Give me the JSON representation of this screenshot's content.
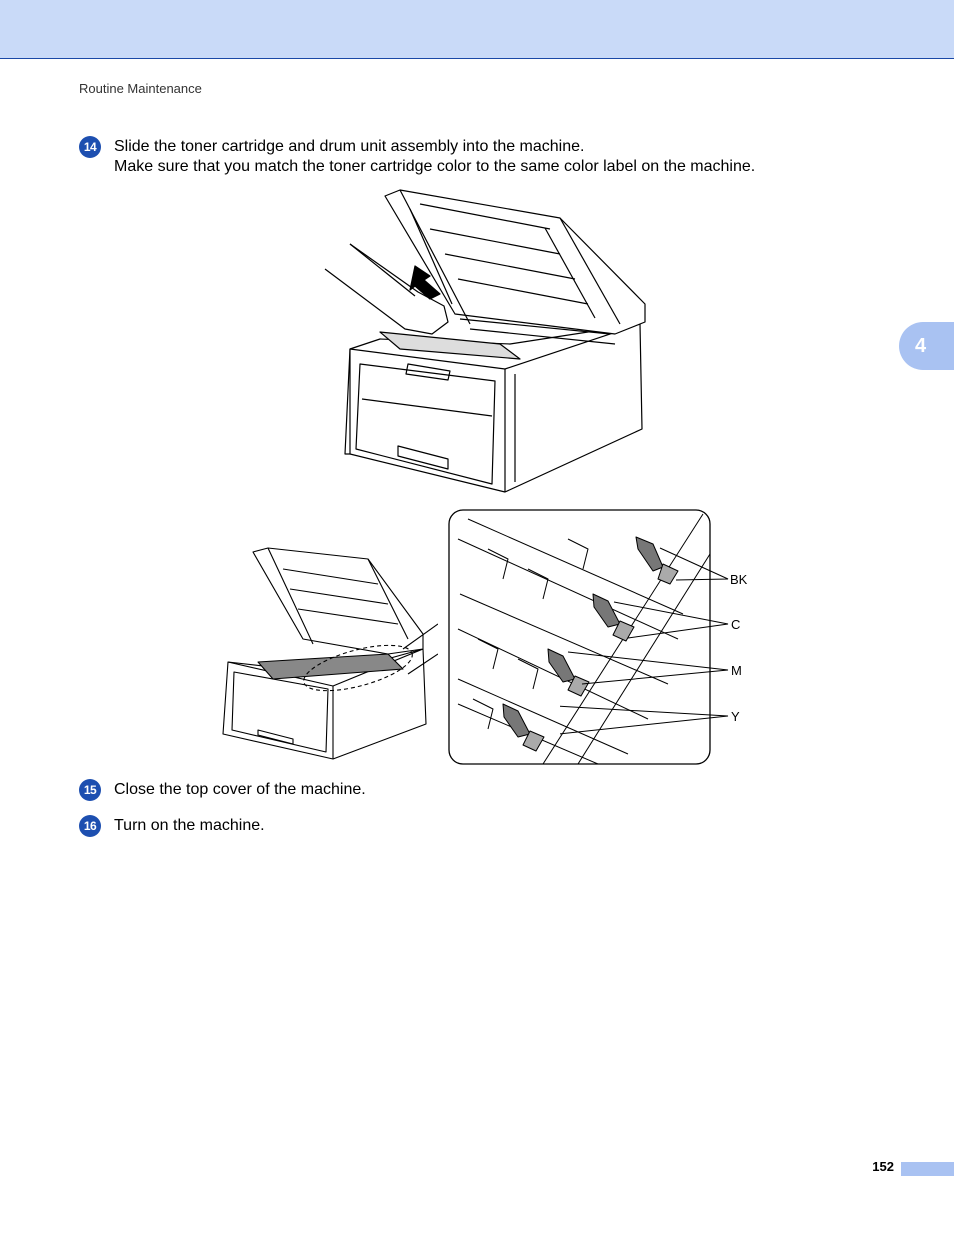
{
  "header": {
    "section": "Routine Maintenance",
    "chapter_tab": "4"
  },
  "steps": [
    {
      "number": "14",
      "lines": [
        "Slide the toner cartridge and drum unit assembly into the machine.",
        "Make sure that you match the toner cartridge color to the same color label on the machine."
      ]
    },
    {
      "number": "15",
      "lines": [
        "Close the top cover of the machine."
      ]
    },
    {
      "number": "16",
      "lines": [
        "Turn on the machine."
      ]
    }
  ],
  "callouts": [
    "BK",
    "C",
    "M",
    "Y"
  ],
  "footer": {
    "page_number": "152"
  }
}
